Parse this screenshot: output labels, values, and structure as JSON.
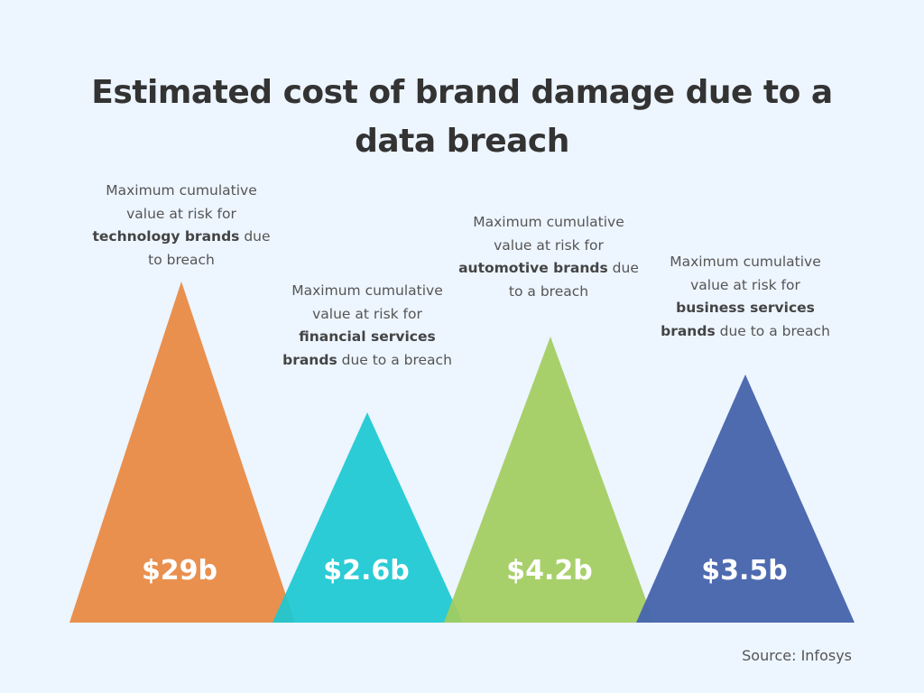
{
  "title": "Estimated cost of brand damage due to a data breach",
  "source": "Source: Infosys",
  "colors": {
    "background": "#edf5ff",
    "technology": "#e9904f",
    "financial": "#1cc8d2",
    "automotive": "#a1cc60",
    "business": "#4866ad"
  },
  "items": [
    {
      "label": "$29b",
      "desc_pre": "Maximum cumulative value at risk for ",
      "desc_bold": "technology brands",
      "desc_post": " due to breach"
    },
    {
      "label": "$2.6b",
      "desc_pre": "Maximum cumulative value at risk for ",
      "desc_bold": "financial services brands",
      "desc_post": " due to a breach"
    },
    {
      "label": "$4.2b",
      "desc_pre": "Maximum cumulative value at risk for ",
      "desc_bold": "automotive brands",
      "desc_post": " due to a breach"
    },
    {
      "label": "$3.5b",
      "desc_pre": "Maximum cumulative value at risk for ",
      "desc_bold": "business services brands",
      "desc_post": " due to a breach"
    }
  ],
  "chart_data": {
    "type": "bar",
    "title": "Estimated cost of brand damage due to a data breach",
    "categories": [
      "Technology brands",
      "Financial services brands",
      "Automotive brands",
      "Business services brands"
    ],
    "values": [
      29,
      2.6,
      4.2,
      3.5
    ],
    "value_labels": [
      "$29b",
      "$2.6b",
      "$4.2b",
      "$3.5b"
    ],
    "unit": "USD billions",
    "xlabel": "",
    "ylabel": "Maximum cumulative value at risk",
    "grid": false,
    "legend": "none",
    "shape": "triangle",
    "source": "Infosys"
  }
}
